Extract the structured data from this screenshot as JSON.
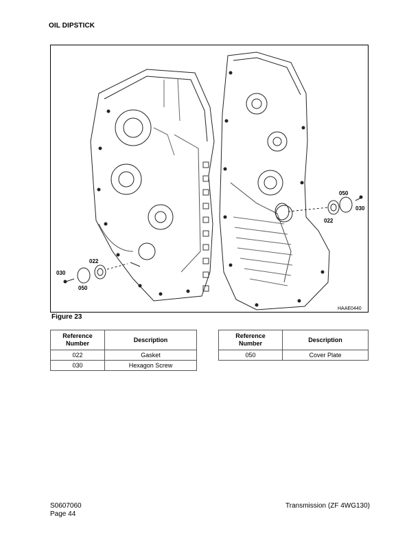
{
  "section": {
    "title": "OIL DIPSTICK"
  },
  "figure": {
    "caption": "Figure 23",
    "code": "HAAE0440",
    "callouts": {
      "left_022": "022",
      "left_030": "030",
      "left_050": "050",
      "right_050": "050",
      "right_030": "030",
      "right_022": "022"
    }
  },
  "tables": {
    "headers": {
      "reference": "Reference Number",
      "description": "Description"
    },
    "left": [
      {
        "ref": "022",
        "desc": "Gasket"
      },
      {
        "ref": "030",
        "desc": "Hexagon Screw"
      }
    ],
    "right": [
      {
        "ref": "050",
        "desc": "Cover Plate"
      }
    ]
  },
  "footer": {
    "doc_number": "S0607060",
    "page": "Page 44",
    "manual": "Transmission (ZF 4WG130)"
  }
}
